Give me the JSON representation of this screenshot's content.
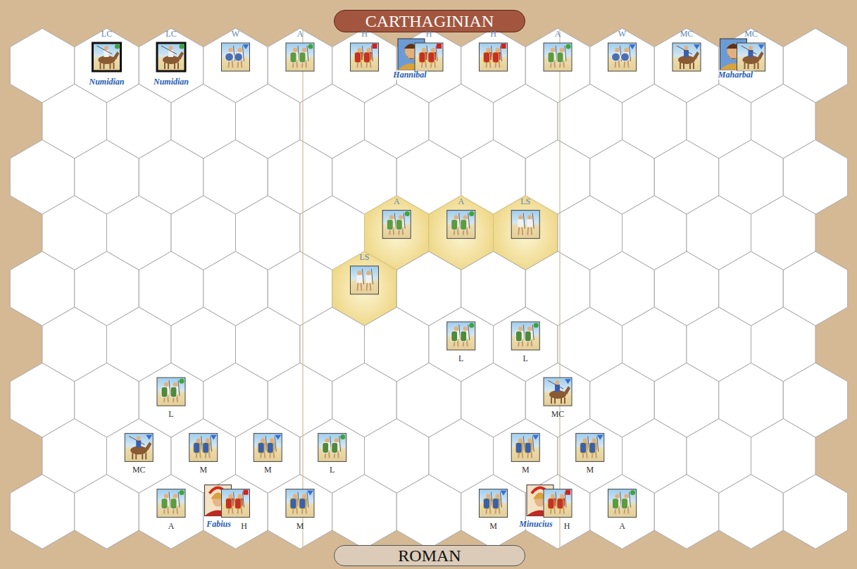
{
  "diagram": {
    "nodes": [
      {
        "text": [
          "CARTHAGINIAN"
        ]
      },
      {
        "text": [
          "ROMAN"
        ]
      }
    ],
    "labels": [
      "LC",
      "LC",
      "W",
      "A",
      "H",
      "H",
      "H",
      "A",
      "W",
      "MC",
      "MC",
      "Hannibal",
      "Maharbal",
      "Numidian",
      "Numidian",
      "A",
      "A",
      "LS",
      "LS",
      "L",
      "L",
      "L",
      "MC",
      "MC",
      "M",
      "M",
      "L",
      "M",
      "M",
      "A",
      "Fabius",
      "H",
      "M",
      "M",
      "Minucius",
      "H",
      "A"
    ]
  }
}
